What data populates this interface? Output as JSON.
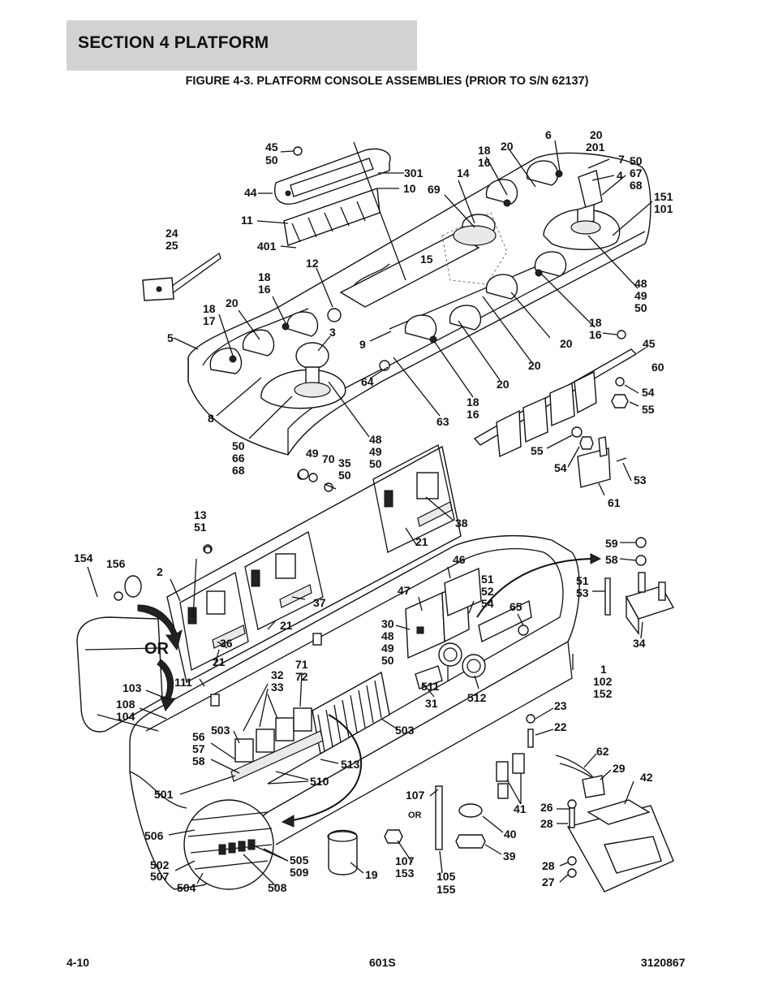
{
  "header": {
    "section": "SECTION 4   PLATFORM",
    "figure_title": "FIGURE 4-3. PLATFORM CONSOLE ASSEMBLIES (PRIOR TO S/N 62137)"
  },
  "callouts": {
    "c6": "6",
    "c20a": "20",
    "c201": "201",
    "c18a": "18",
    "c16a": "16",
    "c20b": "20",
    "c7": "7",
    "c50a": "50",
    "c67": "67",
    "c68a": "68",
    "c4": "4",
    "c14": "14",
    "c69": "69",
    "c151": "151",
    "c101": "101",
    "c45a": "45",
    "c50b": "50",
    "c301": "301",
    "c10": "10",
    "c44": "44",
    "c11": "11",
    "c401": "401",
    "c24": "24",
    "c25": "25",
    "c12": "12",
    "c15": "15",
    "c18b": "18",
    "c16b": "16",
    "c48a": "48",
    "c49a": "49",
    "c50c": "50",
    "c18c": "18",
    "c17": "17",
    "c20c": "20",
    "c5": "5",
    "c3": "3",
    "c9": "9",
    "c18d": "18",
    "c16d": "16",
    "c20d": "20",
    "c45b": "45",
    "c60": "60",
    "c20e": "20",
    "c64": "64",
    "c20f": "20",
    "c54a": "54",
    "c55a": "55",
    "c8": "8",
    "c18e": "18",
    "c16e": "16",
    "c63": "63",
    "c50d": "50",
    "c66": "66",
    "c68b": "68",
    "c48b": "48",
    "c49b": "49",
    "c50e": "50",
    "c49c": "49",
    "c70": "70",
    "c35": "35",
    "c50f": "50",
    "c55b": "55",
    "c54b": "54",
    "c53a": "53",
    "c61": "61",
    "c38": "38",
    "c13": "13",
    "c51a": "51",
    "c21a": "21",
    "c59": "59",
    "c58a": "58",
    "c154": "154",
    "c156": "156",
    "c2": "2",
    "c46": "46",
    "c51b": "51",
    "c52": "52",
    "c54c": "54",
    "c51c": "51",
    "c53b": "53",
    "c47": "47",
    "c37": "37",
    "c65": "65",
    "c21b": "21",
    "c30": "30",
    "c48c": "48",
    "c49d": "49",
    "c50g": "50",
    "c36": "36",
    "c34": "34",
    "c21c": "21",
    "c71": "71",
    "c72": "72",
    "c1": "1",
    "c102": "102",
    "c152": "152",
    "c32": "32",
    "c33": "33",
    "c103": "103",
    "c111": "111",
    "c511": "511",
    "c512": "512",
    "c31": "31",
    "c108": "108",
    "c104": "104",
    "c23": "23",
    "c22": "22",
    "c503a": "503",
    "c503b": "503",
    "c56": "56",
    "c57": "57",
    "c58b": "58",
    "c62": "62",
    "c29": "29",
    "c42": "42",
    "c513": "513",
    "c510": "510",
    "c501": "501",
    "c107a": "107",
    "c41": "41",
    "c26": "26",
    "c28a": "28",
    "c506": "506",
    "c40": "40",
    "c502": "502",
    "c507": "507",
    "c505": "505",
    "c509": "509",
    "c107b": "107",
    "c153": "153",
    "c39": "39",
    "c28b": "28",
    "c504": "504",
    "c508": "508",
    "c19": "19",
    "c105": "105",
    "c155": "155",
    "c27": "27",
    "or_small": "OR",
    "or_big": "OR"
  },
  "footer": {
    "page": "4-10",
    "model": "601S",
    "doc_number": "3120867"
  }
}
